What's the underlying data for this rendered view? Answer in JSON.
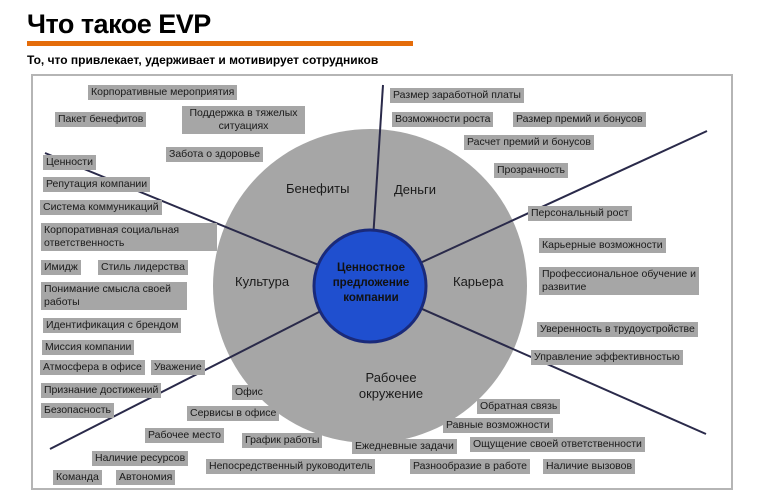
{
  "title": "Что такое EVP",
  "subtitle": "То, что привлекает, удерживает и мотивирует сотрудников",
  "colors": {
    "accent": "#e46c0a",
    "core": "#1f4fcf",
    "ring": "#a6a6a6",
    "tag": "#a6a6a6"
  },
  "core_label": "Ценностное предложение компании",
  "sectors": {
    "benefits": "Бенефиты",
    "money": "Деньги",
    "career": "Карьера",
    "work_environment": "Рабочее окружение",
    "culture": "Культура"
  },
  "benefits_items": [
    "Корпоративные мероприятия",
    "Поддержка в тяжелых ситуациях",
    "Пакет бенефитов",
    "Забота о здоровье"
  ],
  "money_items": [
    "Размер заработной платы",
    "Возможности роста",
    "Размер премий и бонусов",
    "Расчет премий и бонусов",
    "Прозрачность"
  ],
  "career_items": [
    "Персональный рост",
    "Карьерные возможности",
    "Профессиональное обучение и развитие",
    "Уверенность в трудоустройстве",
    "Управление эффективностью"
  ],
  "culture_items": [
    "Ценности",
    "Репутация компании",
    "Система коммуникаций",
    "Корпоративная социальная ответственность",
    "Имидж",
    "Стиль лидерства",
    "Понимание смысла своей работы",
    "Идентификация с брендом",
    "Миссия компании",
    "Атмосфера в офисе",
    "Уважение",
    "Признание достижений",
    "Безопасность"
  ],
  "environment_items": [
    "Офис",
    "Сервисы в офисе",
    "Рабочее место",
    "График работы",
    "Наличие ресурсов",
    "Команда",
    "Автономия",
    "Непосредственный руководитель",
    "Ежедневные задачи",
    "Обратная связь",
    "Равные возможности",
    "Ощущение своей ответственности",
    "Разнообразие в работе",
    "Наличие вызовов"
  ]
}
